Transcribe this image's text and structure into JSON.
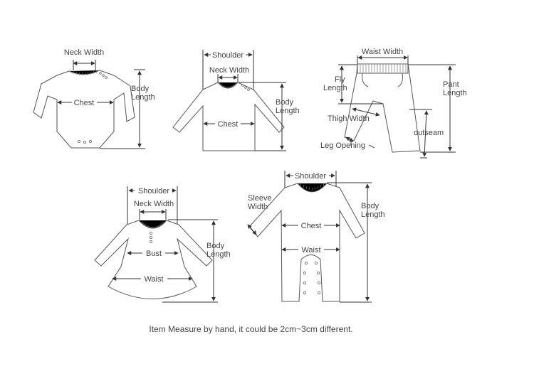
{
  "labels": {
    "bodysuit": {
      "neck_width": "Neck Width",
      "chest": "Chest",
      "body_length_1": "Body",
      "body_length_2": "Length"
    },
    "longsleeve": {
      "shoulder": "Shoulder",
      "neck_width": "Neck Width",
      "chest": "Chest",
      "body_length_1": "Body",
      "body_length_2": "Length"
    },
    "pants": {
      "waist_width": "Waist Width",
      "fly_length_1": "Fly",
      "fly_length_2": "Length",
      "pant_length_1": "Pant",
      "pant_length_2": "Length",
      "thigh_width": "Thigh Width",
      "outseam": "outseam",
      "leg_opening": "Leg Opening"
    },
    "dress": {
      "shoulder": "Shoulder",
      "neck_width": "Neck Width",
      "bust": "Bust",
      "waist": "Waist",
      "body_length_1": "Body",
      "body_length_2": "Length"
    },
    "romper": {
      "shoulder": "Shoulder",
      "sleeve_width_1": "Sleeve",
      "sleeve_width_2": "Width",
      "chest": "Chest",
      "waist": "Waist",
      "body_length_1": "Body",
      "body_length_2": "Length"
    }
  },
  "footnote": "Item Measure by hand, it could be 2cm~3cm different."
}
